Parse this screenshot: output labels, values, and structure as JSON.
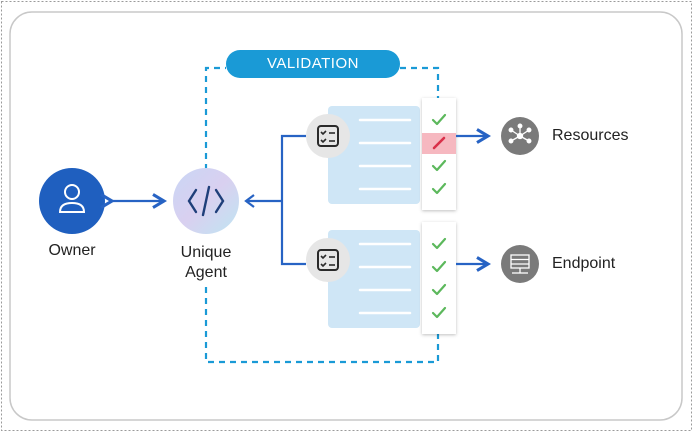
{
  "validation_label": "VALIDATION",
  "owner": {
    "label": "Owner",
    "icon": "user-icon"
  },
  "agent": {
    "label_line1": "Unique",
    "label_line2": "Agent",
    "icon": "code-brackets-icon"
  },
  "checklists": [
    {
      "icon": "checklist-icon",
      "checks": [
        "pass",
        "fail",
        "pass",
        "pass"
      ],
      "target": "Resources"
    },
    {
      "icon": "checklist-icon",
      "checks": [
        "pass",
        "pass",
        "pass",
        "pass"
      ],
      "target": "Endpoint"
    }
  ],
  "targets": [
    {
      "label": "Resources",
      "icon": "network-nodes-icon"
    },
    {
      "label": "Endpoint",
      "icon": "server-icon"
    }
  ],
  "colors": {
    "primary_blue": "#1f5fbf",
    "validation_cyan": "#1a9ad6",
    "arrow_blue": "#2763c4",
    "pass_green": "#5cb85c",
    "fail_red": "#d9304a",
    "fail_bg": "#f6b8c0",
    "doc_bg": "#cfe6f6",
    "icon_grey": "#7a7a7a"
  }
}
